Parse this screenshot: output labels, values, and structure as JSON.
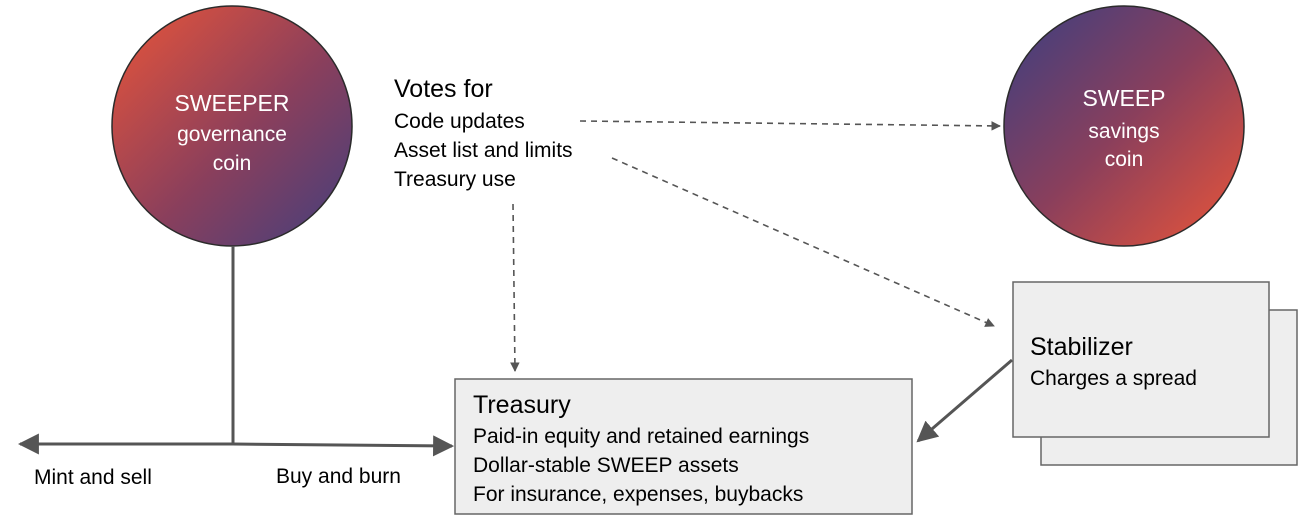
{
  "governance_coin": {
    "title": "SWEEPER",
    "line2": "governance",
    "line3": "coin"
  },
  "savings_coin": {
    "title": "SWEEP",
    "line2": "savings",
    "line3": "coin"
  },
  "votes": {
    "heading": "Votes for",
    "items": [
      "Code updates",
      "Asset list and limits",
      "Treasury use"
    ]
  },
  "treasury": {
    "title": "Treasury",
    "lines": [
      "Paid-in equity and retained earnings",
      "Dollar-stable SWEEP assets",
      "For insurance, expenses, buybacks"
    ]
  },
  "stabilizer": {
    "title": "Stabilizer",
    "subtitle": "Charges a spread"
  },
  "market_actions": {
    "left": "Mint and sell",
    "right": "Buy and burn"
  },
  "colors": {
    "gradient_red": "#d9513f",
    "gradient_purple": "#4a3f7a",
    "circle_stroke": "#2b2b2b",
    "box_fill": "#eeeeee",
    "box_stroke": "#666666",
    "arrow": "#555555"
  }
}
